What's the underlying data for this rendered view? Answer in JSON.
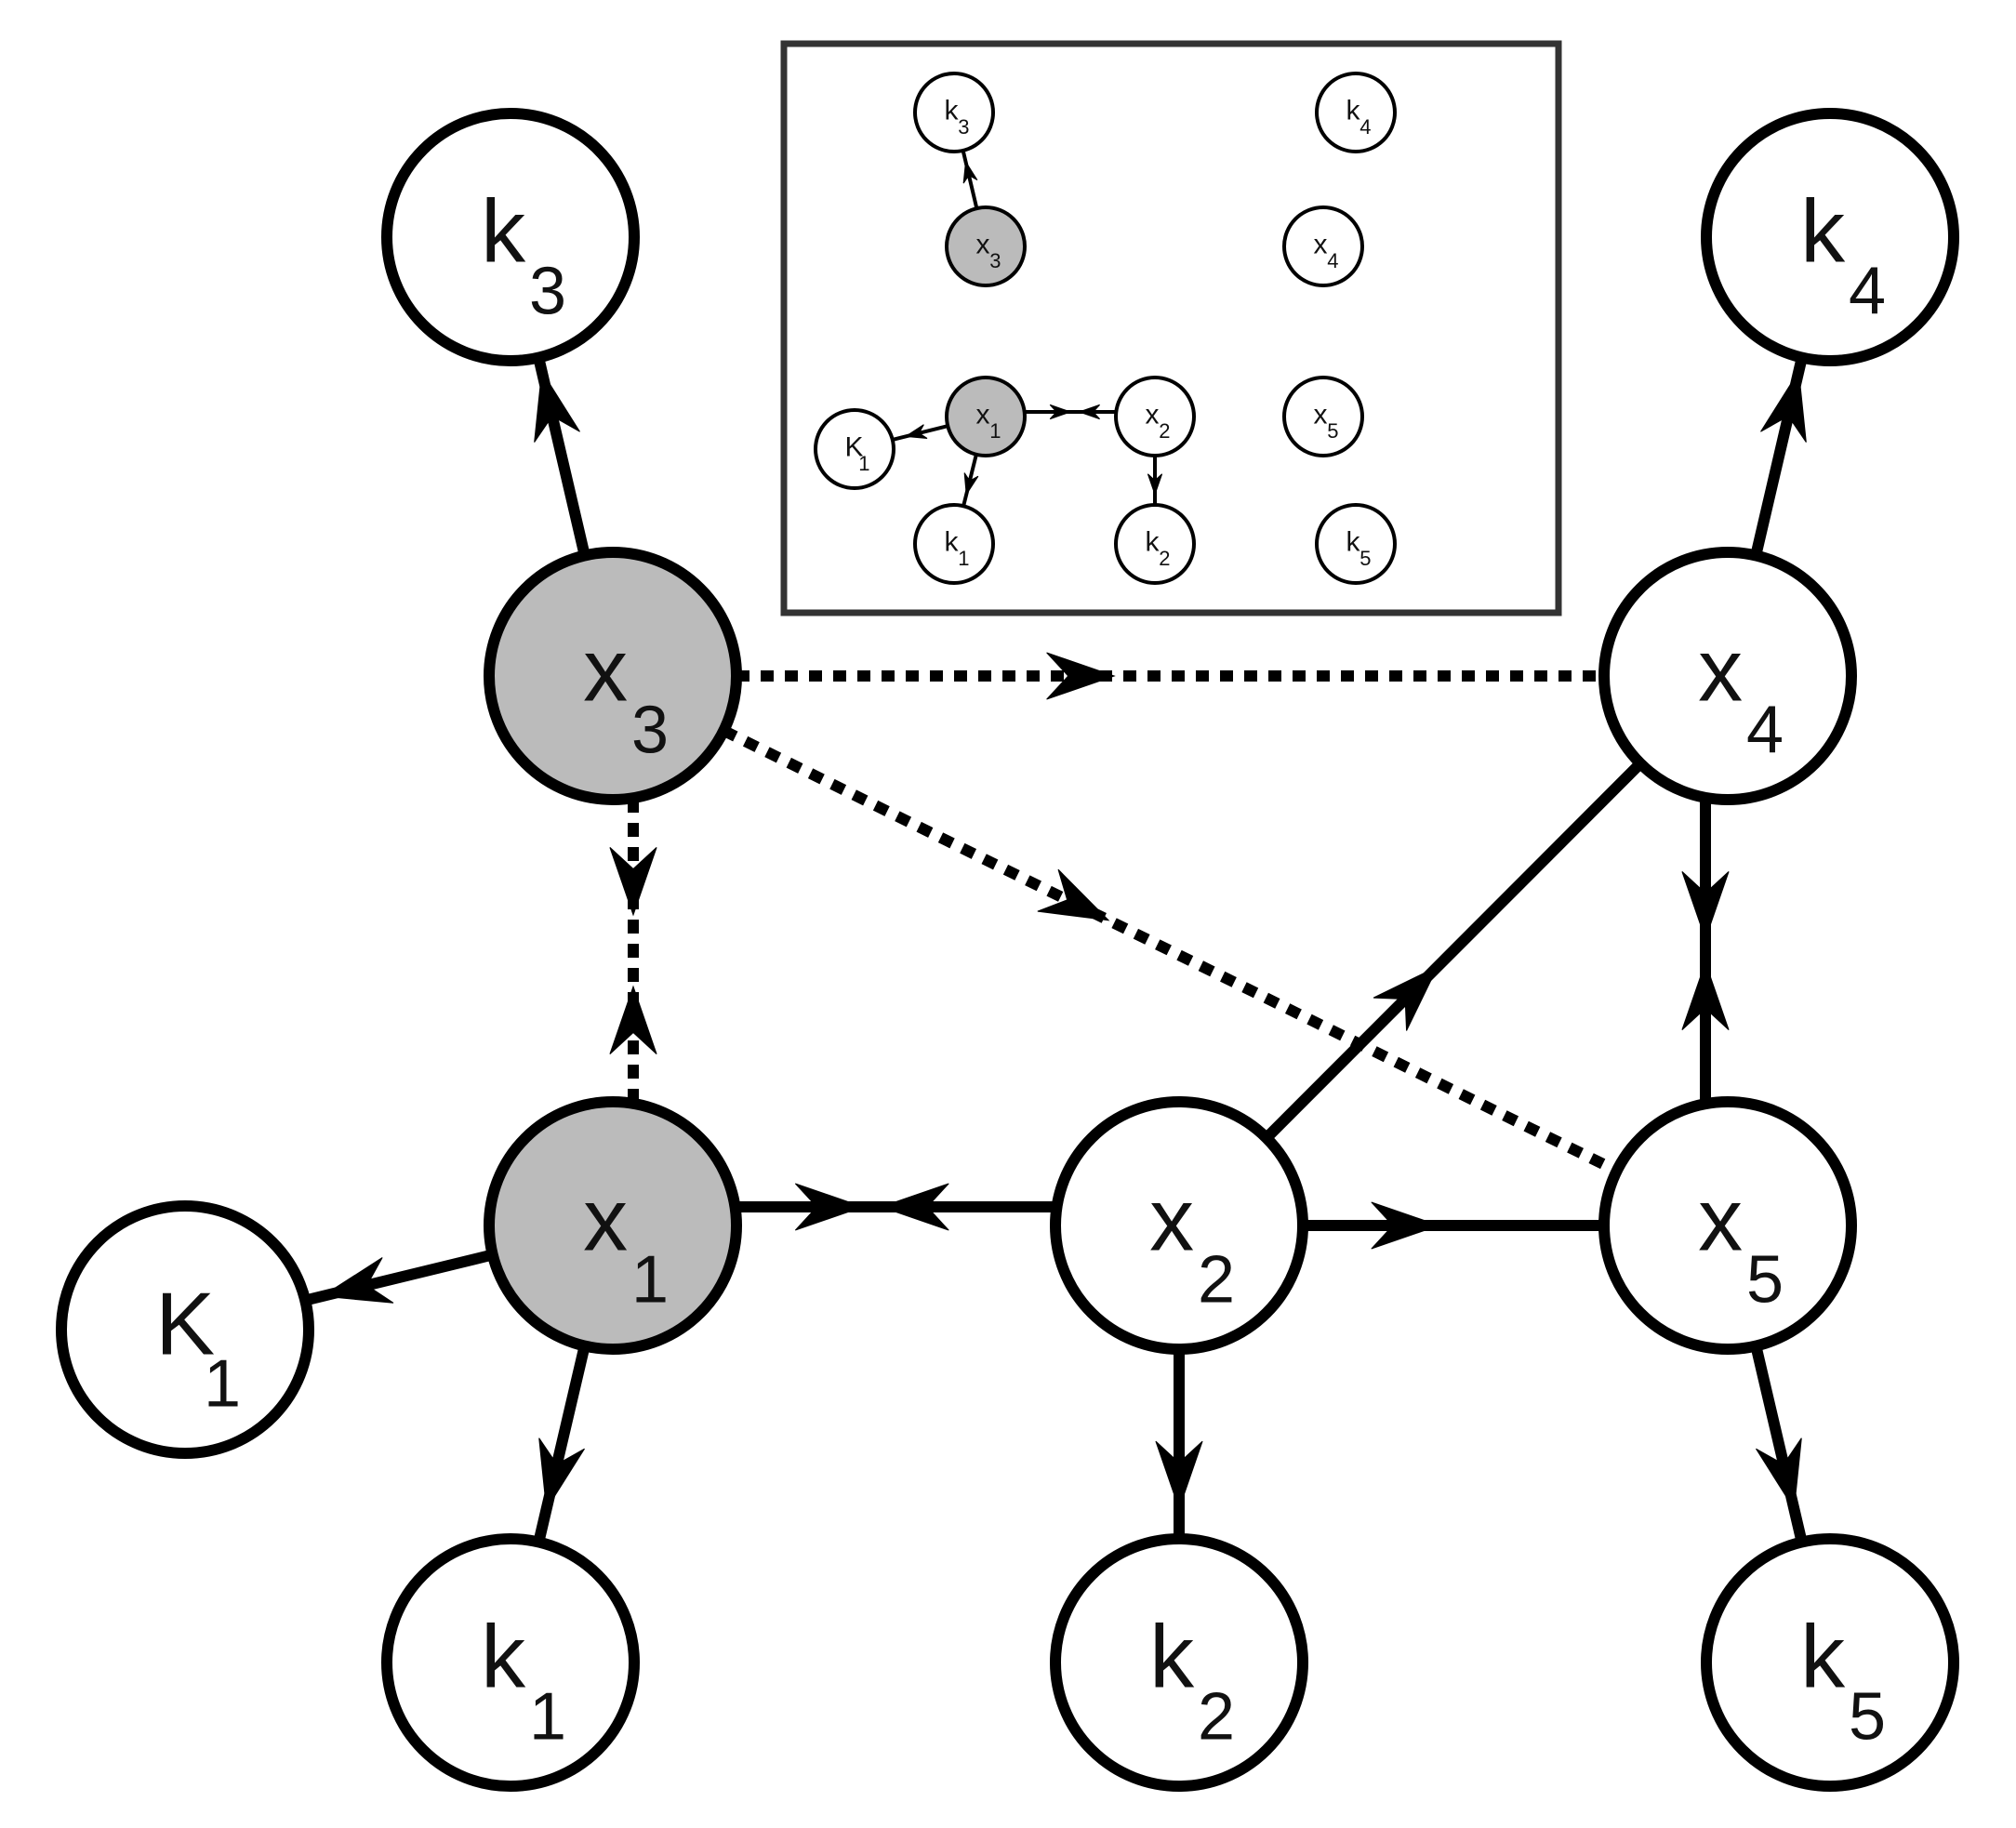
{
  "colors": {
    "stroke": "#000000",
    "node_fill": "#ffffff",
    "shaded_fill": "#bbbbbb",
    "text": "#111111"
  },
  "nodes": [
    {
      "id": "k3",
      "main": "k",
      "sub": "3",
      "shaded": false
    },
    {
      "id": "x3",
      "main": "x",
      "sub": "3",
      "shaded": true
    },
    {
      "id": "x1",
      "main": "x",
      "sub": "1",
      "shaded": true
    },
    {
      "id": "K1",
      "main": "K",
      "sub": "1",
      "shaded": false
    },
    {
      "id": "k1",
      "main": "k",
      "sub": "1",
      "shaded": false
    },
    {
      "id": "x2",
      "main": "x",
      "sub": "2",
      "shaded": false
    },
    {
      "id": "k2",
      "main": "k",
      "sub": "2",
      "shaded": false
    },
    {
      "id": "x4",
      "main": "x",
      "sub": "4",
      "shaded": false
    },
    {
      "id": "k4",
      "main": "k",
      "sub": "4",
      "shaded": false
    },
    {
      "id": "x5",
      "main": "x",
      "sub": "5",
      "shaded": false
    },
    {
      "id": "k5",
      "main": "k",
      "sub": "5",
      "shaded": false
    }
  ],
  "edges": [
    {
      "from": "x3",
      "to": "k3",
      "style": "solid"
    },
    {
      "from": "x4",
      "to": "k4",
      "style": "solid"
    },
    {
      "from": "x1",
      "to": "K1",
      "style": "solid"
    },
    {
      "from": "x1",
      "to": "k1",
      "style": "solid"
    },
    {
      "from": "x2",
      "to": "k2",
      "style": "solid"
    },
    {
      "from": "x5",
      "to": "k5",
      "style": "solid"
    },
    {
      "from": "x2",
      "to": "x1",
      "style": "solid"
    },
    {
      "from": "x1",
      "to": "x2",
      "style": "dashed"
    },
    {
      "from": "x2",
      "to": "x5",
      "style": "solid"
    },
    {
      "from": "x2",
      "to": "x4",
      "style": "solid"
    },
    {
      "from": "x4",
      "to": "x5",
      "style": "solid"
    },
    {
      "from": "x5",
      "to": "x4",
      "style": "solid"
    },
    {
      "from": "x3",
      "to": "x4",
      "style": "dashed"
    },
    {
      "from": "x3",
      "to": "x5",
      "style": "dashed"
    },
    {
      "from": "x3",
      "to": "x1",
      "style": "dashed"
    },
    {
      "from": "x1",
      "to": "x3",
      "style": "dashed"
    }
  ],
  "inset": {
    "nodes": [
      {
        "id": "k3",
        "main": "k",
        "sub": "3",
        "shaded": false
      },
      {
        "id": "x3",
        "main": "x",
        "sub": "3",
        "shaded": true
      },
      {
        "id": "k4",
        "main": "k",
        "sub": "4",
        "shaded": false
      },
      {
        "id": "x4",
        "main": "x",
        "sub": "4",
        "shaded": false
      },
      {
        "id": "x1",
        "main": "x",
        "sub": "1",
        "shaded": true
      },
      {
        "id": "x2",
        "main": "x",
        "sub": "2",
        "shaded": false
      },
      {
        "id": "x5",
        "main": "x",
        "sub": "5",
        "shaded": false
      },
      {
        "id": "K1",
        "main": "K",
        "sub": "1",
        "shaded": false
      },
      {
        "id": "k1",
        "main": "k",
        "sub": "1",
        "shaded": false
      },
      {
        "id": "k2",
        "main": "k",
        "sub": "2",
        "shaded": false
      },
      {
        "id": "k5",
        "main": "k",
        "sub": "5",
        "shaded": false
      }
    ],
    "edges": [
      {
        "from": "x3",
        "to": "k3"
      },
      {
        "from": "x1",
        "to": "K1"
      },
      {
        "from": "x1",
        "to": "k1"
      },
      {
        "from": "x2",
        "to": "k2"
      },
      {
        "from": "x2",
        "to": "x1"
      },
      {
        "from": "x1",
        "to": "x2"
      }
    ]
  }
}
